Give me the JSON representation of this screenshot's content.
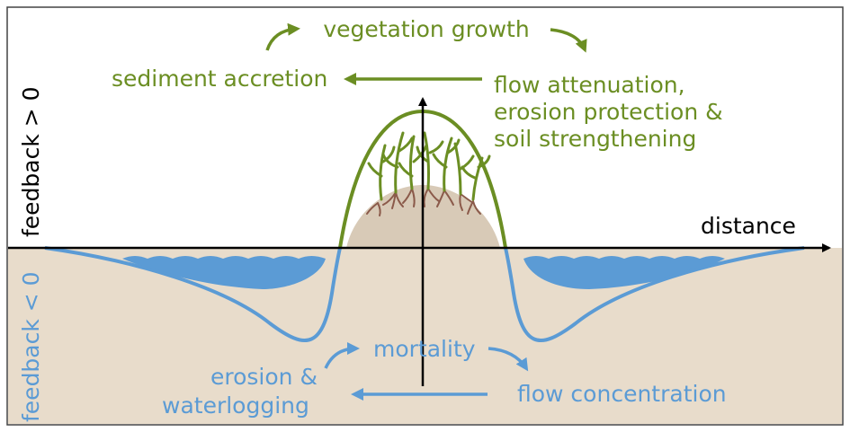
{
  "labels": {
    "vegetation_growth": "vegetation growth",
    "sediment_accretion": "sediment accretion",
    "flow_attenuation_1": "flow attenuation,",
    "flow_attenuation_2": "erosion protection &",
    "flow_attenuation_3": "soil strengthening",
    "distance": "distance",
    "feedback_positive": "feedback > 0",
    "feedback_negative": "feedback < 0",
    "mortality": "mortality",
    "erosion_1": "erosion &",
    "erosion_2": "waterlogging",
    "flow_concentration": "flow concentration"
  },
  "colors": {
    "positive_feedback": "#6b8e23",
    "negative_feedback": "#5b9bd5",
    "sediment": "#e8dccb",
    "water": "#5b9bd5",
    "axis": "#000000",
    "roots": "#8b5a4a",
    "vegetation": "#6b8e23"
  }
}
